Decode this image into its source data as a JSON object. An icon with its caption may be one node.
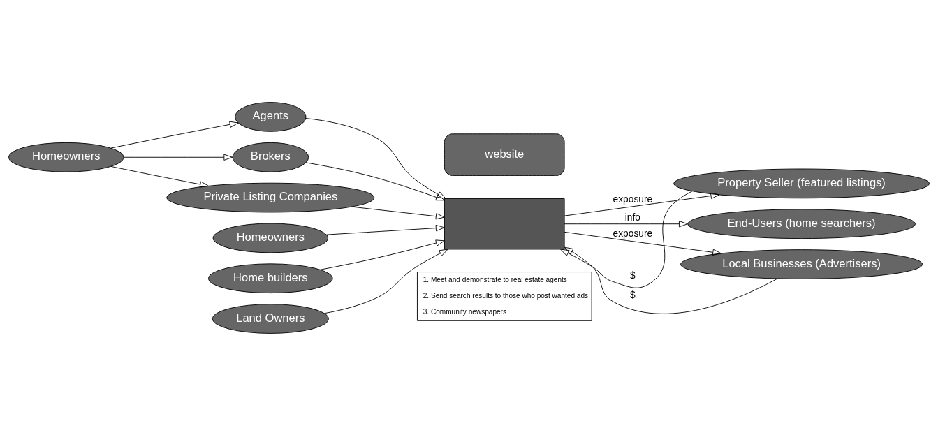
{
  "diagram": {
    "nodes": [
      {
        "text": [
          "Homeowners"
        ]
      },
      {
        "text": [
          "Agents"
        ]
      },
      {
        "text": [
          "Brokers"
        ]
      },
      {
        "text": [
          "Private Listing Companies"
        ]
      },
      {
        "text": [
          "Homeowners"
        ]
      },
      {
        "text": [
          "Home builders"
        ]
      },
      {
        "text": [
          "Land Owners"
        ]
      },
      {
        "text": [
          "website"
        ]
      },
      {
        "text": [],
        "shape": "box"
      },
      {
        "text": [
          "Property Seller (featured listings)"
        ]
      },
      {
        "text": [
          "End-Users (home searchers)"
        ]
      },
      {
        "text": [
          "Local Businesses (Advertisers)"
        ]
      },
      {
        "text": [
          "1. Meet and demonstrate to real estate agents",
          "2. Send search results to those who post wanted ads",
          "3. Community newspapers"
        ]
      }
    ],
    "edges": [
      {
        "from": 0,
        "to": 1,
        "arrow": "to"
      },
      {
        "from": 0,
        "to": 2,
        "arrow": "to"
      },
      {
        "from": 0,
        "to": 3,
        "arrow": "to"
      },
      {
        "from": 1,
        "to": 8,
        "arrow": "to"
      },
      {
        "from": 2,
        "to": 8,
        "arrow": "to"
      },
      {
        "from": 3,
        "to": 8,
        "arrow": "to"
      },
      {
        "from": 4,
        "to": 8,
        "arrow": "to"
      },
      {
        "from": 5,
        "to": 8,
        "arrow": "to"
      },
      {
        "from": 6,
        "to": 8,
        "arrow": "to"
      },
      {
        "from": 9,
        "to": 8,
        "arrow": "to",
        "label": "$"
      },
      {
        "from": 8,
        "to": 9,
        "arrow": "to",
        "label": "exposure"
      },
      {
        "from": 8,
        "to": 10,
        "arrow": "to",
        "label": "info"
      },
      {
        "from": 8,
        "to": 11,
        "arrow": "to",
        "label": "exposure"
      },
      {
        "from": 11,
        "to": 8,
        "arrow": "to",
        "label": "$"
      }
    ]
  }
}
